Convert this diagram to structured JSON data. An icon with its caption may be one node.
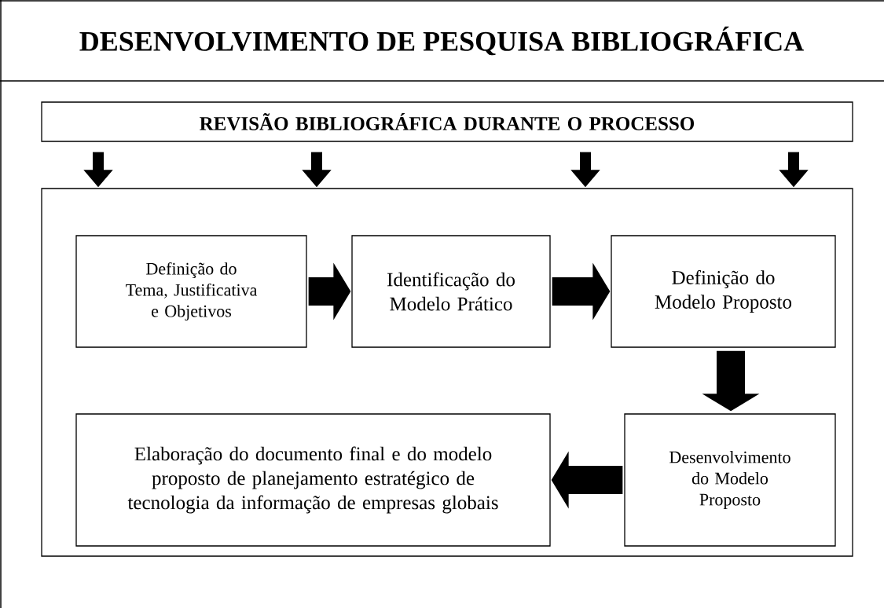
{
  "diagram": {
    "title": "DESENVOLVIMENTO DE PESQUISA BIBLIOGRÁFICA",
    "nodes": [
      {
        "text": [
          "REVISÃO BIBLIOGRÁFICA DURANTE O PROCESSO"
        ]
      },
      {
        "text": [],
        "shape": "box"
      },
      {
        "text": [
          "Definição do Tema, Justificativa e Objetivos"
        ],
        "in": 1
      },
      {
        "text": [
          "Identificação do Modelo Prático"
        ],
        "in": 1
      },
      {
        "text": [
          "Definição do Modelo Proposto"
        ],
        "in": 1
      },
      {
        "text": [
          "Elaboração do documento final e do modelo proposto de planejamento estratégico de tecnologia da informação de empresas globais"
        ],
        "in": 1
      },
      {
        "text": [
          "Desenvolvimento do Modelo Proposto"
        ],
        "in": 1
      }
    ],
    "edges": [
      {
        "from": 0,
        "to": 1,
        "arrow": "to"
      },
      {
        "from": 0,
        "to": 1,
        "arrow": "to"
      },
      {
        "from": 0,
        "to": 1,
        "arrow": "to"
      },
      {
        "from": 0,
        "to": 1,
        "arrow": "to"
      },
      {
        "from": 2,
        "to": 3,
        "arrow": "to",
        "style": "thick"
      },
      {
        "from": 3,
        "to": 4,
        "arrow": "to",
        "style": "thick"
      },
      {
        "from": 4,
        "to": 6,
        "arrow": "to",
        "style": "thick"
      },
      {
        "from": 6,
        "to": 5,
        "arrow": "to",
        "style": "thick"
      }
    ]
  }
}
